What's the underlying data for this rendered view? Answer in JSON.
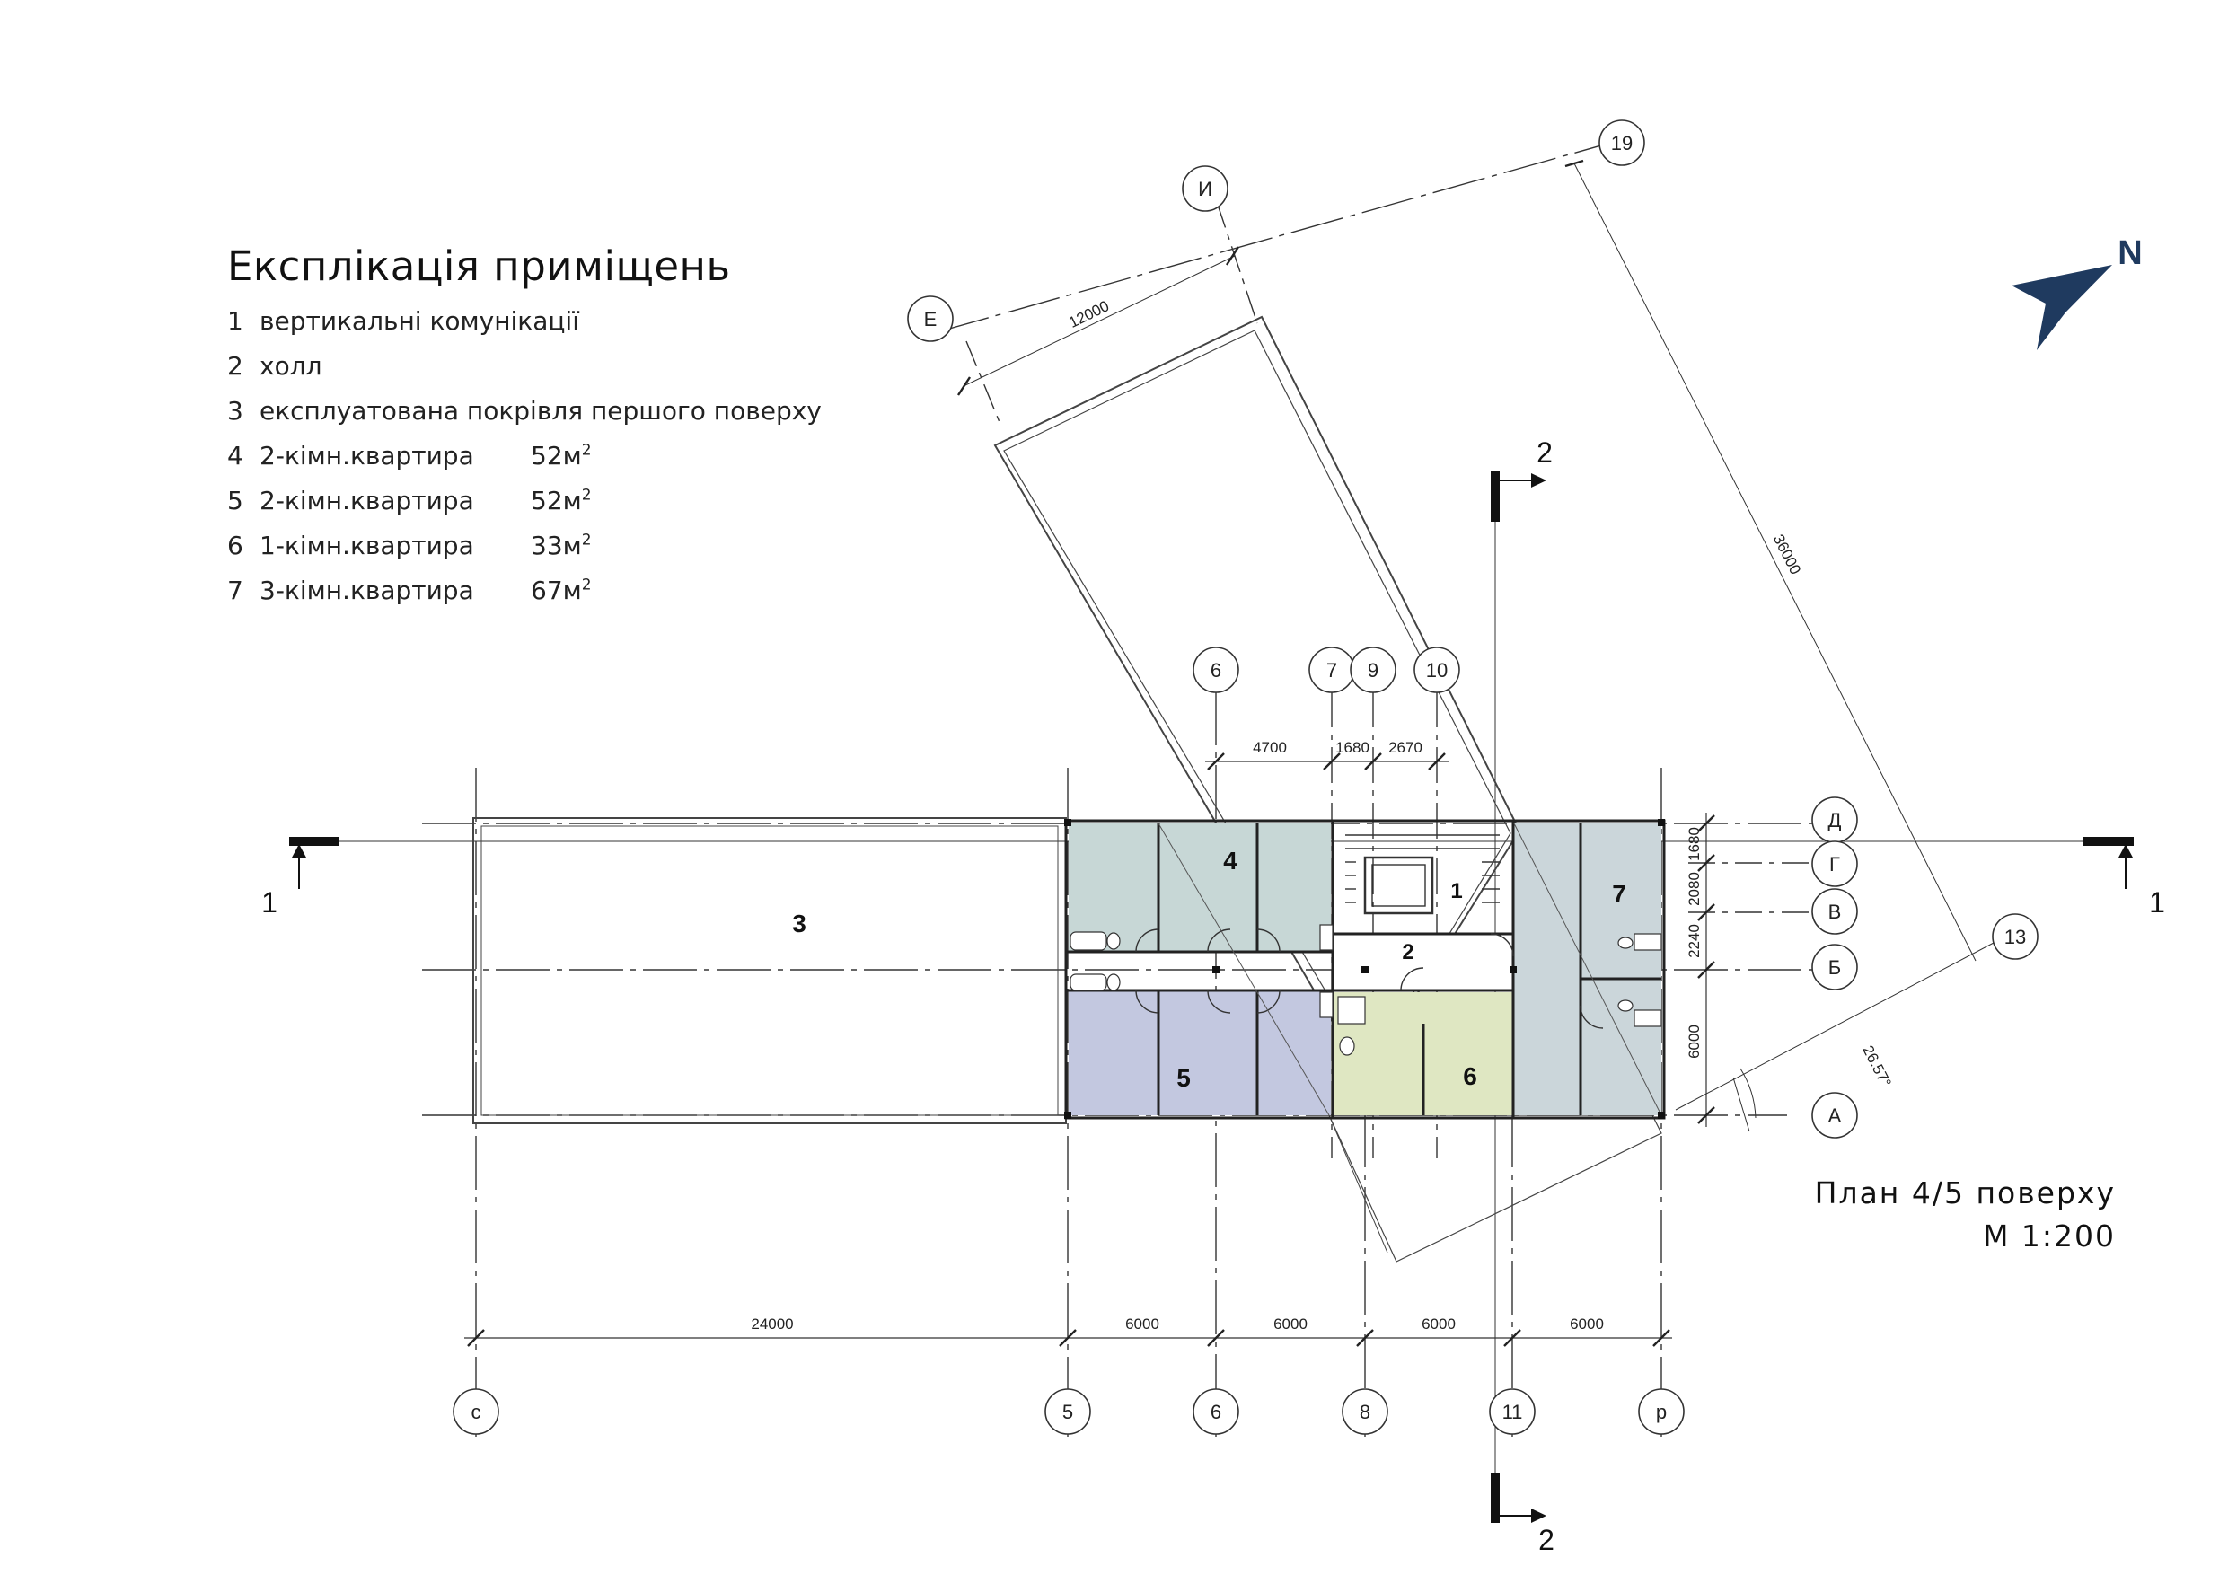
{
  "legend": {
    "title": "Експлікація приміщень",
    "items": [
      {
        "num": "1",
        "text": "вертикальні комунікації",
        "area": ""
      },
      {
        "num": "2",
        "text": "холл",
        "area": ""
      },
      {
        "num": "3",
        "text": "експлуатована покрівля першого поверху",
        "area": ""
      },
      {
        "num": "4",
        "text": "2-кімн.квартира",
        "area": "52м",
        "sup": "2"
      },
      {
        "num": "5",
        "text": "2-кімн.квартира",
        "area": "52м",
        "sup": "2"
      },
      {
        "num": "6",
        "text": "1-кімн.квартира",
        "area": "33м",
        "sup": "2"
      },
      {
        "num": "7",
        "text": "3-кімн.квартира",
        "area": "67м",
        "sup": "2"
      }
    ]
  },
  "caption": {
    "line1": "План 4/5 поверху",
    "line2": "М 1:200"
  },
  "north": {
    "label": "N",
    "color": "#1f3a5f"
  },
  "rooms": {
    "r1": "1",
    "r2": "2",
    "r3": "3",
    "r4": "4",
    "r5": "5",
    "r6": "6",
    "r7": "7"
  },
  "room_colors": {
    "apt4": "#c7d7d6",
    "apt5": "#c3c8e0",
    "apt6": "#dfe7c2",
    "apt7": "#cbd6da"
  },
  "grid": {
    "bottom_axes": [
      "с",
      "5",
      "6",
      "8",
      "11",
      "р"
    ],
    "top_axes": [
      "6",
      "7",
      "9",
      "10"
    ],
    "right_axes": [
      "Д",
      "Г",
      "В",
      "Б",
      "А"
    ],
    "rotated_axes": [
      "Е",
      "И",
      "19",
      "13"
    ]
  },
  "dims": {
    "bottom": [
      "24000",
      "6000",
      "6000",
      "6000",
      "6000"
    ],
    "top": [
      "4700",
      "1680",
      "2670"
    ],
    "right": [
      "1680",
      "2080",
      "2240",
      "6000"
    ],
    "rotated_short": "12000",
    "rotated_long": "36000",
    "angle": "26.57°"
  },
  "sections": {
    "s1": "1",
    "s2": "2"
  }
}
